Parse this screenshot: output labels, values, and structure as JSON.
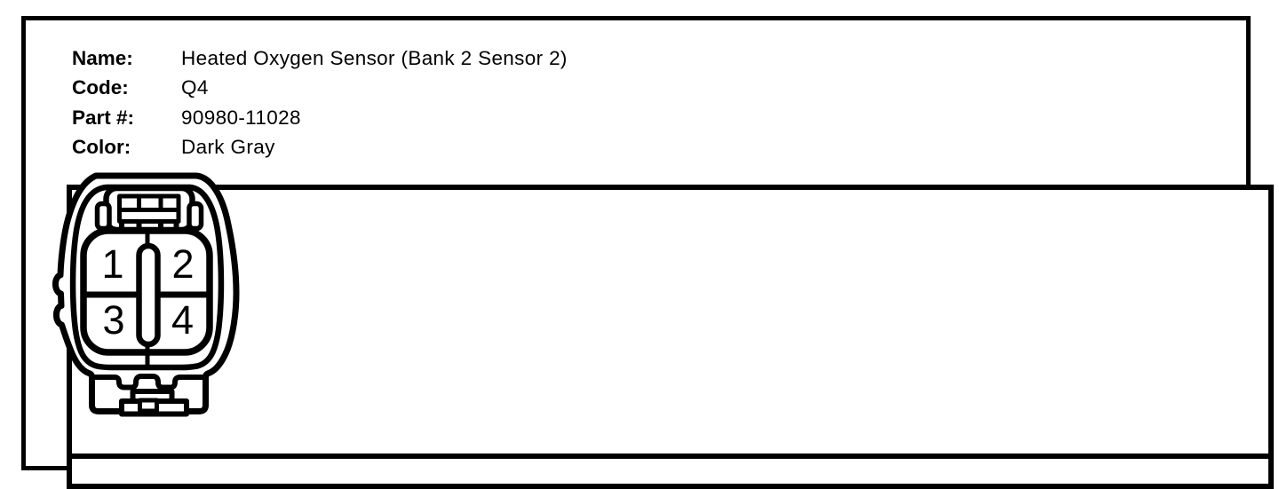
{
  "header": {
    "fields": [
      {
        "label": "Name:",
        "value": "Heated Oxygen Sensor (Bank 2 Sensor 2)"
      },
      {
        "label": "Code:",
        "value": "Q4"
      },
      {
        "label": "Part #:",
        "value": "90980-11028"
      },
      {
        "label": "Color:",
        "value": "Dark Gray"
      }
    ]
  },
  "connector": {
    "pins": [
      "1",
      "2",
      "3",
      "4"
    ]
  },
  "colors": {
    "ink": "#000000",
    "paper": "#ffffff"
  }
}
